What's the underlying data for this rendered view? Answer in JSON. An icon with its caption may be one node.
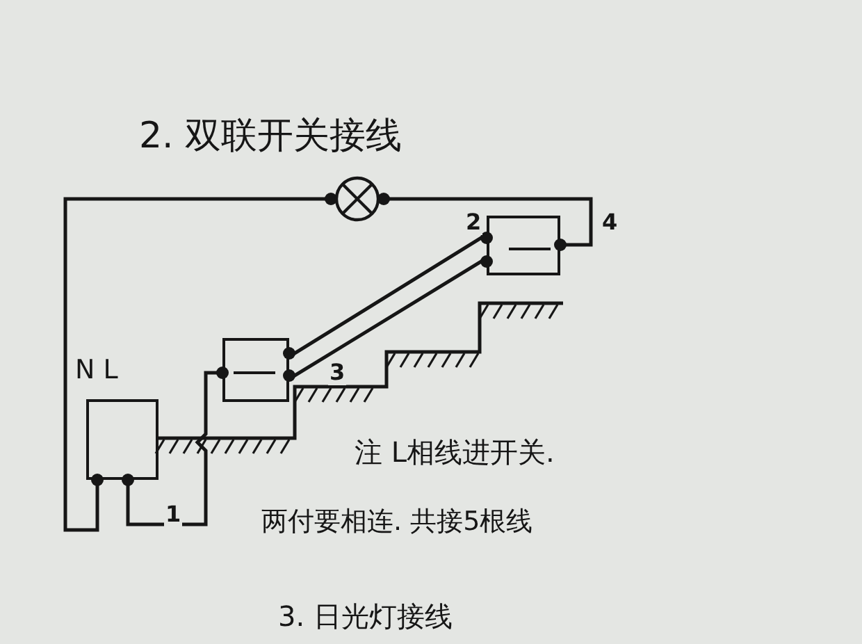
{
  "diagram": {
    "title": "2. 双联开关接线",
    "nodes": [
      {
        "text": [
          "N L"
        ]
      },
      {
        "text": [],
        "shape": "circle"
      },
      {
        "text": [],
        "shape": "box"
      },
      {
        "text": [],
        "shape": "box"
      }
    ],
    "edges": [
      {
        "from": 0,
        "to": 1,
        "arrow": "other"
      },
      {
        "from": 1,
        "to": 3,
        "arrow": "other",
        "label": "4"
      },
      {
        "from": 3,
        "to": 2,
        "arrow": "other",
        "label": "2"
      },
      {
        "from": 3,
        "to": 2,
        "arrow": "other",
        "label": "3"
      },
      {
        "from": 0,
        "to": 2,
        "arrow": "other",
        "label": "1"
      }
    ],
    "labels": [
      "注 L相线进开关.",
      "两付要相连. 共接5根线",
      "3. 日光灯接线"
    ]
  }
}
